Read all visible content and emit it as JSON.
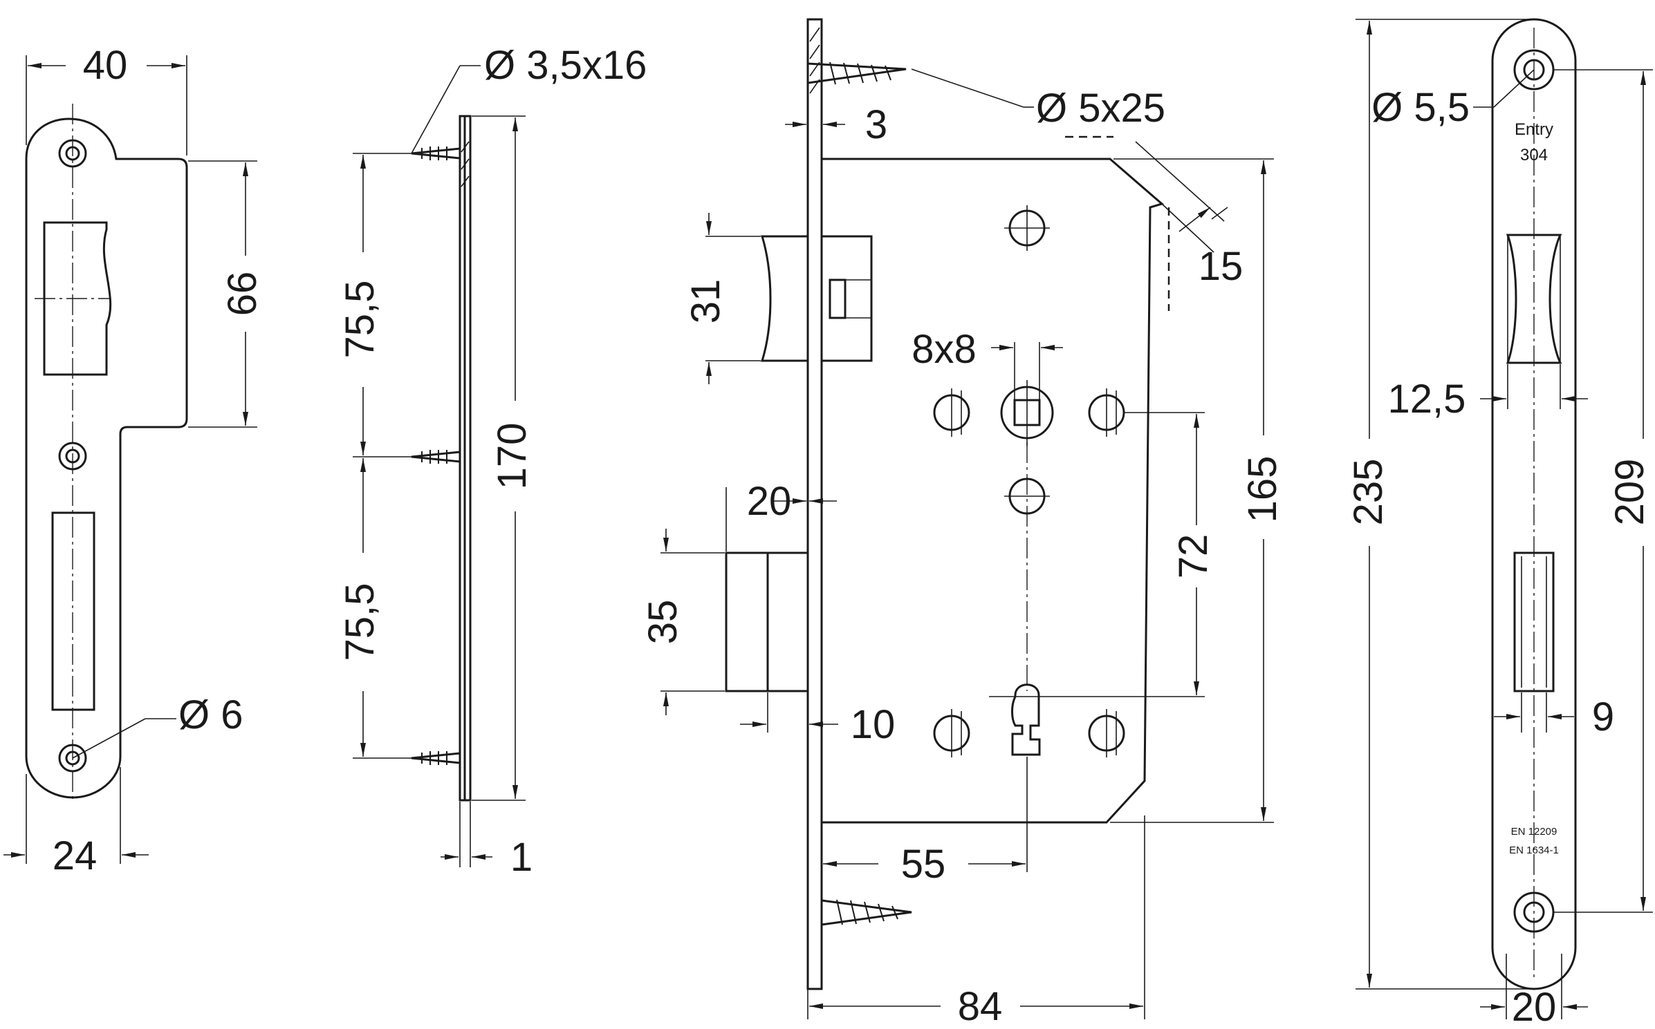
{
  "strike_plate": {
    "dim_width": "40",
    "dim_height": "66",
    "dim_hole": "Ø 6",
    "dim_bottom": "24"
  },
  "side_view": {
    "dim_screw": "Ø 3,5x16",
    "dim_upper": "75,5",
    "dim_lower": "75,5",
    "dim_total": "170",
    "dim_thickness": "1"
  },
  "lock_body": {
    "dim_screw": "Ø 5x25",
    "dim_faceplate": "3",
    "dim_chamfer": "15",
    "dim_latch": "31",
    "dim_spindle": "8x8",
    "dim_bolt_throw": "20",
    "dim_bolt": "35",
    "dim_bolt_offset": "10",
    "dim_centre_distance": "72",
    "dim_height": "165",
    "dim_backset": "55",
    "dim_depth": "84"
  },
  "faceplate": {
    "dim_hole": "Ø 5,5",
    "label_model": "Entry",
    "label_material": "304",
    "dim_latch_width": "12,5",
    "dim_total": "235",
    "dim_hole_distance": "209",
    "dim_bolt_width": "9",
    "dim_width": "20",
    "label_norm_1": "EN 12209",
    "label_norm_2": "EN 1634-1"
  }
}
